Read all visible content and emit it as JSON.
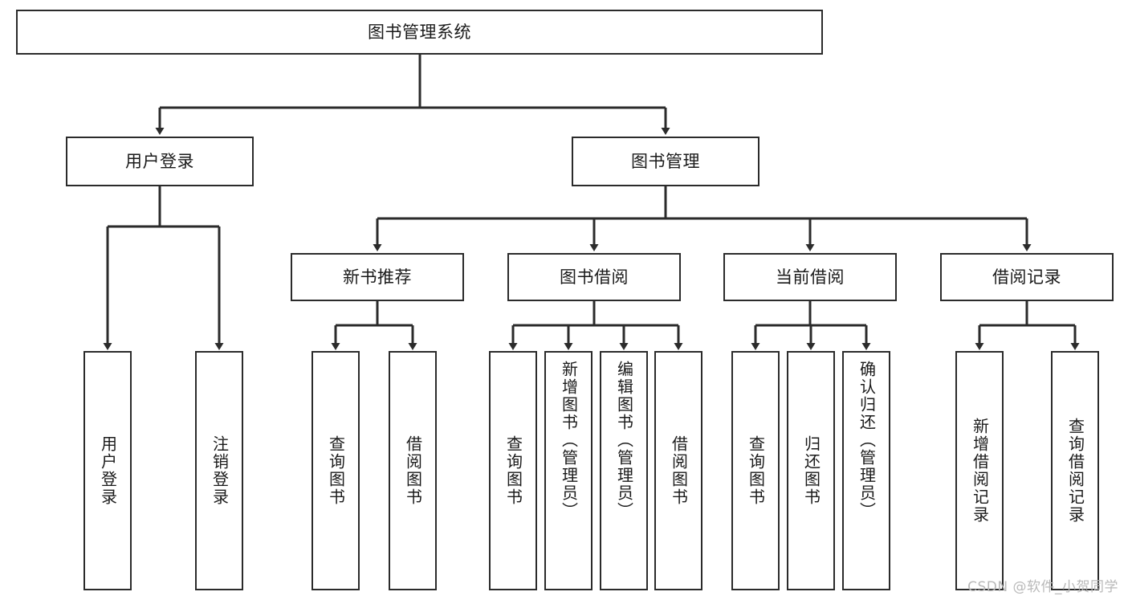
{
  "diagram": {
    "title": "图书管理系统",
    "watermark": "CSDN @软件_小贺同学",
    "nodes": {
      "root": {
        "label": "图书管理系统"
      },
      "login": {
        "label": "用户登录"
      },
      "bookmgmt": {
        "label": "图书管理"
      },
      "newbook": {
        "label": "新书推荐"
      },
      "borrow": {
        "label": "图书借阅"
      },
      "current": {
        "label": "当前借阅"
      },
      "records": {
        "label": "借阅记录"
      },
      "leaf1": {
        "label": "用户登录"
      },
      "leaf2": {
        "label": "注销登录"
      },
      "leaf3": {
        "label": "查询图书"
      },
      "leaf4": {
        "label": "借阅图书"
      },
      "leaf5": {
        "label": "查询图书"
      },
      "leaf6": {
        "label": "新增图书（管理员）"
      },
      "leaf7": {
        "label": "编辑图书（管理员）"
      },
      "leaf8": {
        "label": "借阅图书"
      },
      "leaf9": {
        "label": "查询图书"
      },
      "leaf10": {
        "label": "归还图书"
      },
      "leaf11": {
        "label": "确认归还（管理员）"
      },
      "leaf12": {
        "label": "新增借阅记录"
      },
      "leaf13": {
        "label": "查询借阅记录"
      }
    },
    "colors": {
      "stroke": "#2b2b2b",
      "fill": "#ffffff",
      "text": "#1a1a1a",
      "watermark": "#b9b9b9"
    }
  }
}
